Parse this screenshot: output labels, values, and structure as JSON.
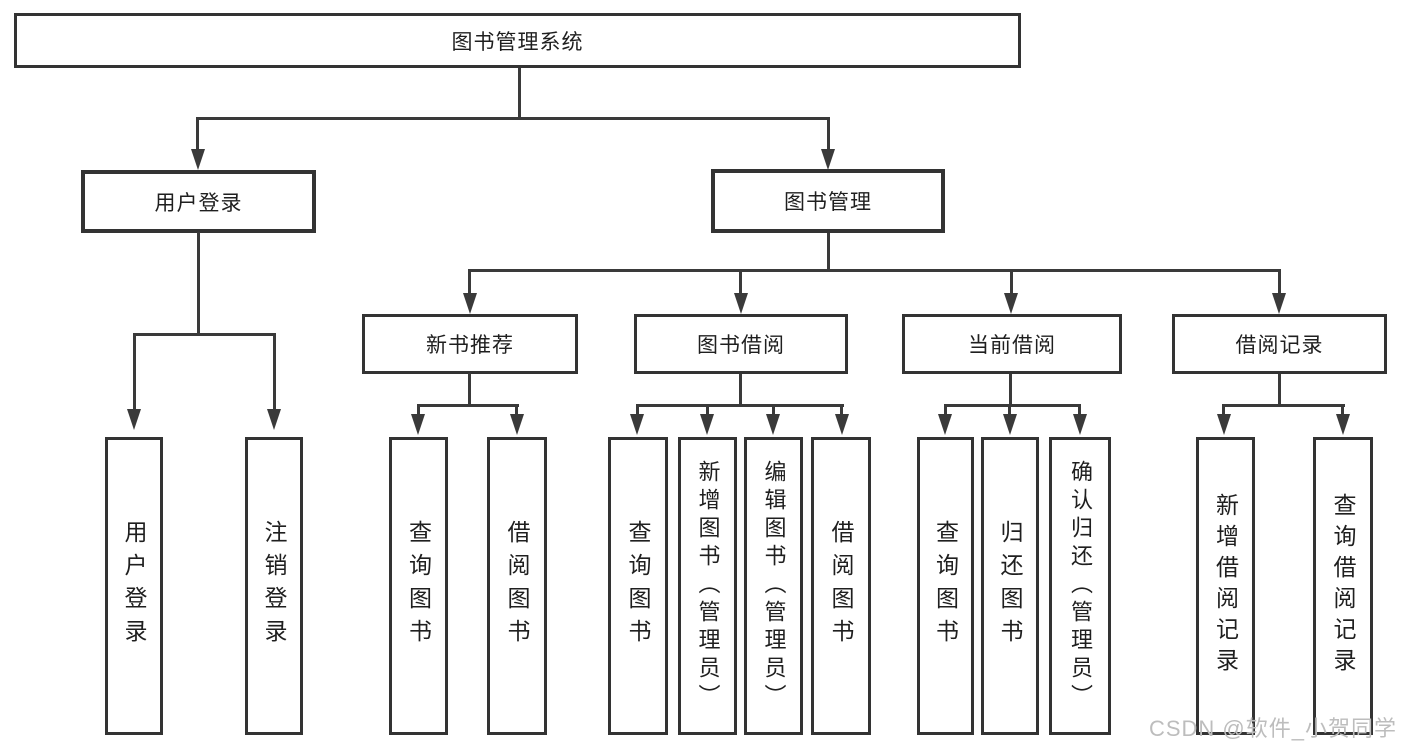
{
  "diagram": {
    "root": {
      "label": "图书管理系统"
    },
    "branches": [
      {
        "label": "用户登录",
        "children": [
          {
            "label": "用户登录"
          },
          {
            "label": "注销登录"
          }
        ]
      },
      {
        "label": "图书管理",
        "sections": [
          {
            "label": "新书推荐",
            "children": [
              {
                "label": "查询图书"
              },
              {
                "label": "借阅图书"
              }
            ]
          },
          {
            "label": "图书借阅",
            "children": [
              {
                "label": "查询图书"
              },
              {
                "label": "新增图书（管理员）"
              },
              {
                "label": "编辑图书（管理员）"
              },
              {
                "label": "借阅图书"
              }
            ]
          },
          {
            "label": "当前借阅",
            "children": [
              {
                "label": "查询图书"
              },
              {
                "label": "归还图书"
              },
              {
                "label": "确认归还（管理员）"
              }
            ]
          },
          {
            "label": "借阅记录",
            "children": [
              {
                "label": "新增借阅记录"
              },
              {
                "label": "查询借阅记录"
              }
            ]
          }
        ]
      }
    ]
  },
  "watermark": {
    "text": "CSDN @软件_小贺同学"
  },
  "colors": {
    "line": "#3a3a3a",
    "border": "#333333",
    "text": "#1f1f1f",
    "watermark_text": "#bdbdbd",
    "background": "#ffffff"
  }
}
